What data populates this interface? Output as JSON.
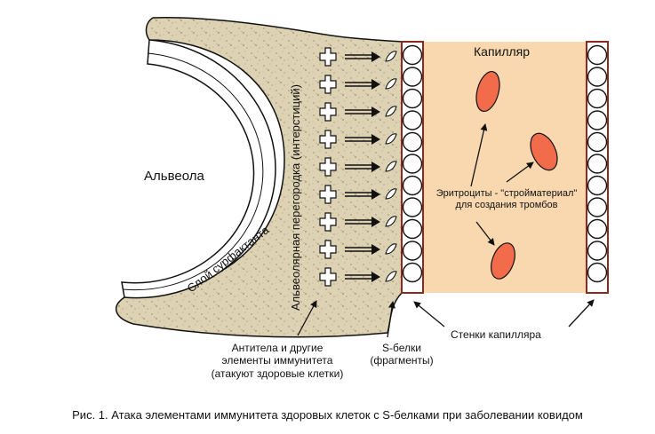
{
  "labels": {
    "alveola": "Альвеола",
    "surfactant": "Слой сурфактанта",
    "septum": "Альвеолярная перегородка (интерстиций)",
    "capillary": "Капилляр",
    "erythrocytes_line1": "Эритроциты - \"стройматериал\"",
    "erythrocytes_line2": "для создания тромбов",
    "antibodies_line1": "Антитела и другие",
    "antibodies_line2": "элементы иммунитета",
    "antibodies_line3": "(атакуют здоровые клетки)",
    "sproteins_line1": "S-белки",
    "sproteins_line2": "(фрагменты)",
    "capillary_walls": "Стенки капилляра"
  },
  "caption": "Рис. 1. Атака элементами иммунитета здоровых клеток с S-белками при заболевании ковидом",
  "colors": {
    "septum_fill": "#ddd2b4",
    "capillary_fill": "#f9d8b0",
    "wall_border": "#8b2a1e",
    "erythrocyte": "#f26b4a",
    "outline": "#111111"
  }
}
